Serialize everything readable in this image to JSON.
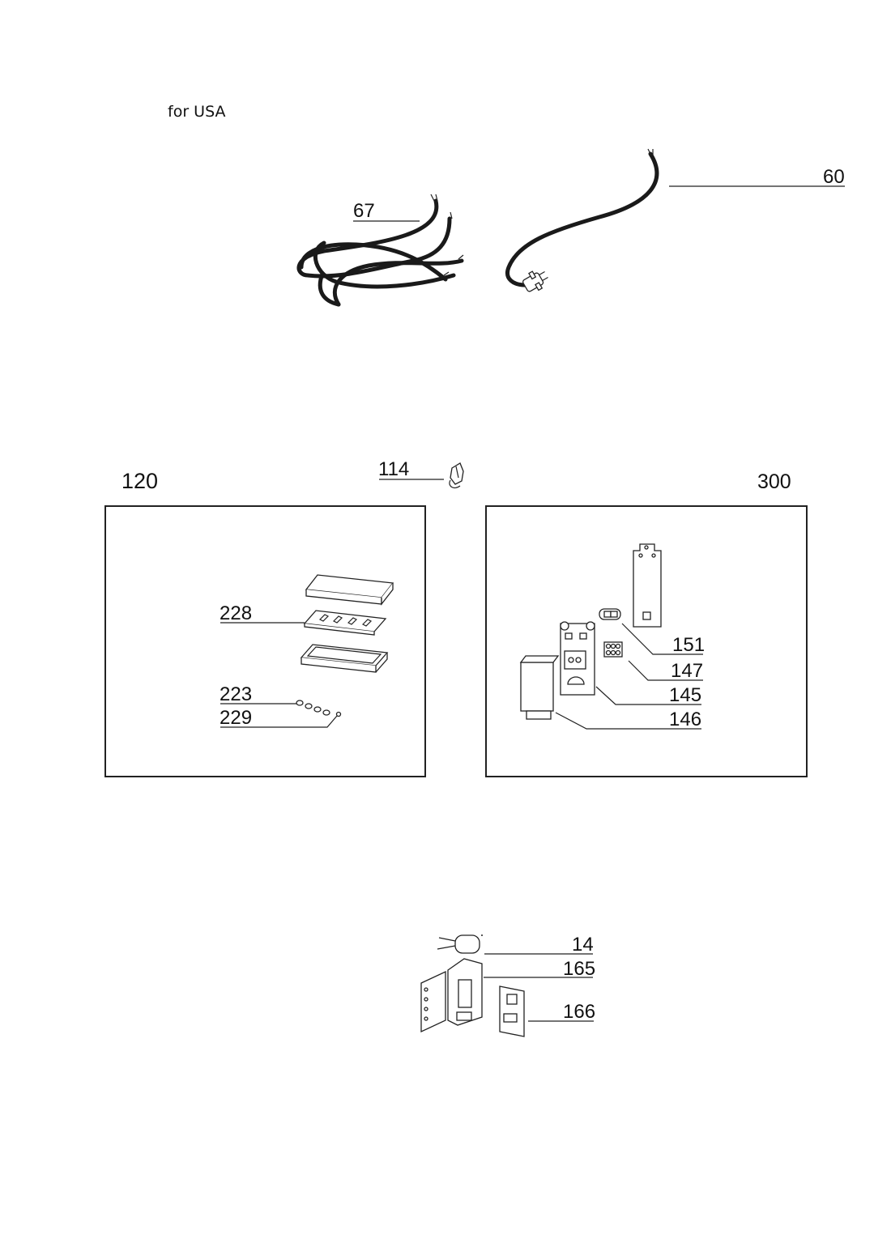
{
  "note": "for USA",
  "labels": {
    "p67": "67",
    "p60": "60",
    "p114": "114",
    "p120": "120",
    "p300": "300",
    "p228": "228",
    "p223": "223",
    "p229": "229",
    "p151": "151",
    "p147": "147",
    "p145": "145",
    "p146": "146",
    "p14": "14",
    "p165": "165",
    "p166": "166"
  }
}
